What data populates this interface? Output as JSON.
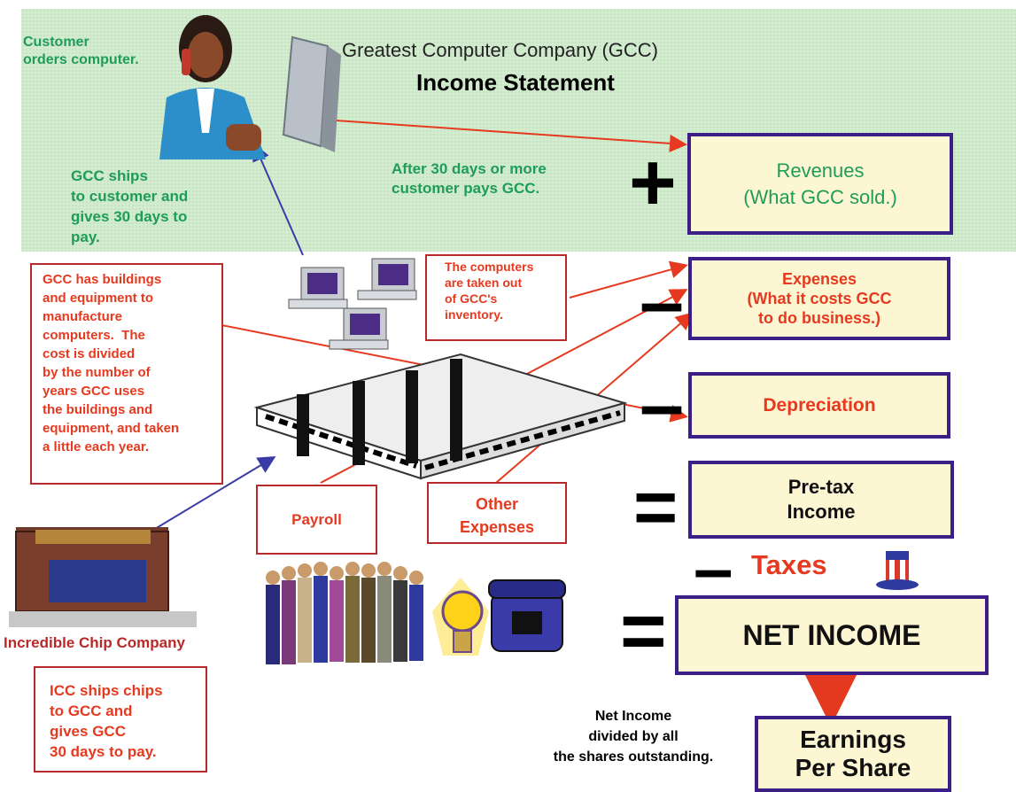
{
  "header": {
    "company": "Greatest Computer Company (GCC)",
    "statement": "Income Statement"
  },
  "notes": {
    "customer_orders": "Customer\norders computer.",
    "gcc_ships": "GCC ships\nto customer and\ngives 30 days to\npay.",
    "customer_pays": "After 30 days or more\ncustomer pays GCC.",
    "buildings": "GCC has buildings\nand equipment to\nmanufacture\ncomputers.  The\ncost is divided\nby the number of\nyears GCC uses\nthe buildings and\nequipment, and taken\na little each year.",
    "inventory": "The computers\nare taken out\nof GCC's\ninventory.",
    "payroll": "Payroll",
    "other_expenses": "Other\nExpenses",
    "icc_label": "Incredible Chip Company",
    "icc_ships": "ICC ships chips\nto GCC and\ngives GCC\n30 days to pay.",
    "eps_note": "Net Income\ndivided by all\nthe shares outstanding."
  },
  "statement_items": {
    "revenues": "Revenues\n(What GCC sold.)",
    "expenses": "Expenses\n(What it costs GCC\nto do business.)",
    "depreciation": "Depreciation",
    "pretax": "Pre-tax\nIncome",
    "taxes": "Taxes",
    "net_income": "NET INCOME",
    "eps": "Earnings\nPer Share"
  },
  "operators": {
    "plus": "+",
    "minus1": "–",
    "minus2": "–",
    "equals1": "=",
    "minus3": "–",
    "equals2": "="
  },
  "icons": [
    "woman-on-phone-icon",
    "computer-tower-icon",
    "desktop-computers-icon",
    "factory-building-icon",
    "store-building-icon",
    "uncle-sam-hat-icon",
    "people-group-icon",
    "lightbulb-icon",
    "telephone-icon"
  ],
  "colors": {
    "green": "#1f9c57",
    "red": "#e53a1f",
    "box_border": "#3b1f86",
    "box_fill": "#fdf6d3",
    "arrow_red": "#e53a1f",
    "arrow_blue": "#3b3ba8"
  }
}
